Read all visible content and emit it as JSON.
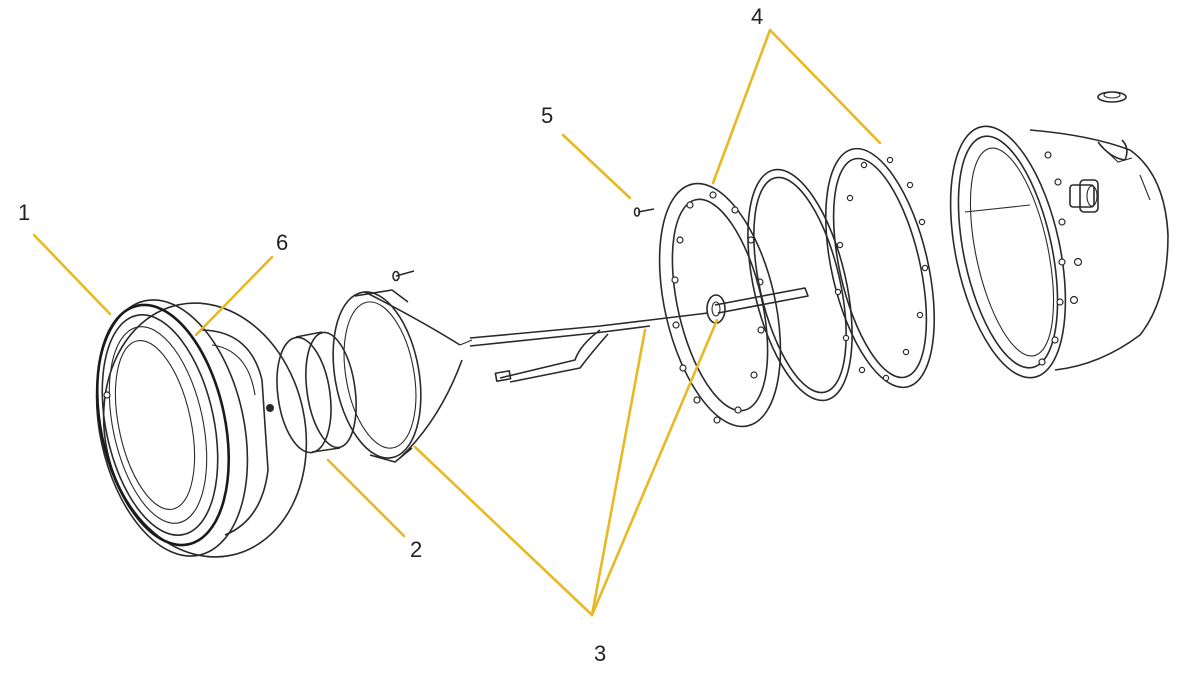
{
  "diagram": {
    "callouts": [
      {
        "id": "1",
        "label": "1"
      },
      {
        "id": "2",
        "label": "2"
      },
      {
        "id": "3",
        "label": "3"
      },
      {
        "id": "4",
        "label": "4"
      },
      {
        "id": "5",
        "label": "5"
      },
      {
        "id": "6",
        "label": "6"
      }
    ]
  },
  "colors": {
    "leader": "#E8B923",
    "line_art": "#2a2a2a",
    "background": "#ffffff"
  }
}
